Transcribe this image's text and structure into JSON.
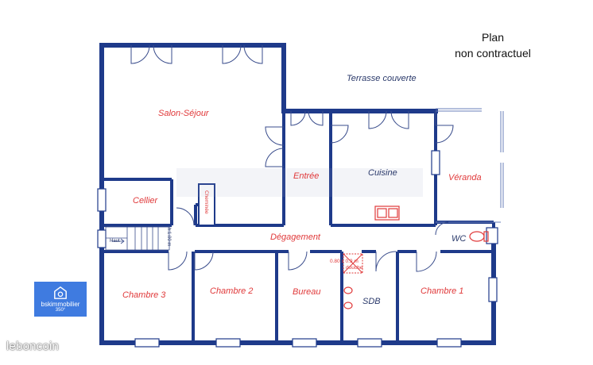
{
  "plan_note": {
    "line1": "Plan",
    "line2": "non contractuel"
  },
  "outdoor": {
    "terrasse": "Terrasse couverte"
  },
  "rooms": {
    "salon": "Salon-Séjour",
    "entree": "Entrée",
    "cuisine": "Cuisine",
    "veranda": "Véranda",
    "cellier": "Cellier",
    "cheminee": "Cheminée",
    "degagement": "Dégagement",
    "wc": "WC",
    "chambre3": "Chambre 3",
    "chambre2": "Chambre 2",
    "bureau": "Bureau",
    "sdb": "SDB",
    "chambre1": "Chambre 1"
  },
  "annotations": {
    "haut": "Haut",
    "hauteur": "h:1.00 m",
    "douche_dim": "0.80 x 0.9 m",
    "douche": "douche"
  },
  "brand": {
    "name": "bskimmobilier",
    "sub": "350°"
  },
  "watermark": "leboncoin",
  "colors": {
    "wall": "#1e3a8a",
    "label": "#e0393a",
    "brand": "#3f7be0"
  }
}
